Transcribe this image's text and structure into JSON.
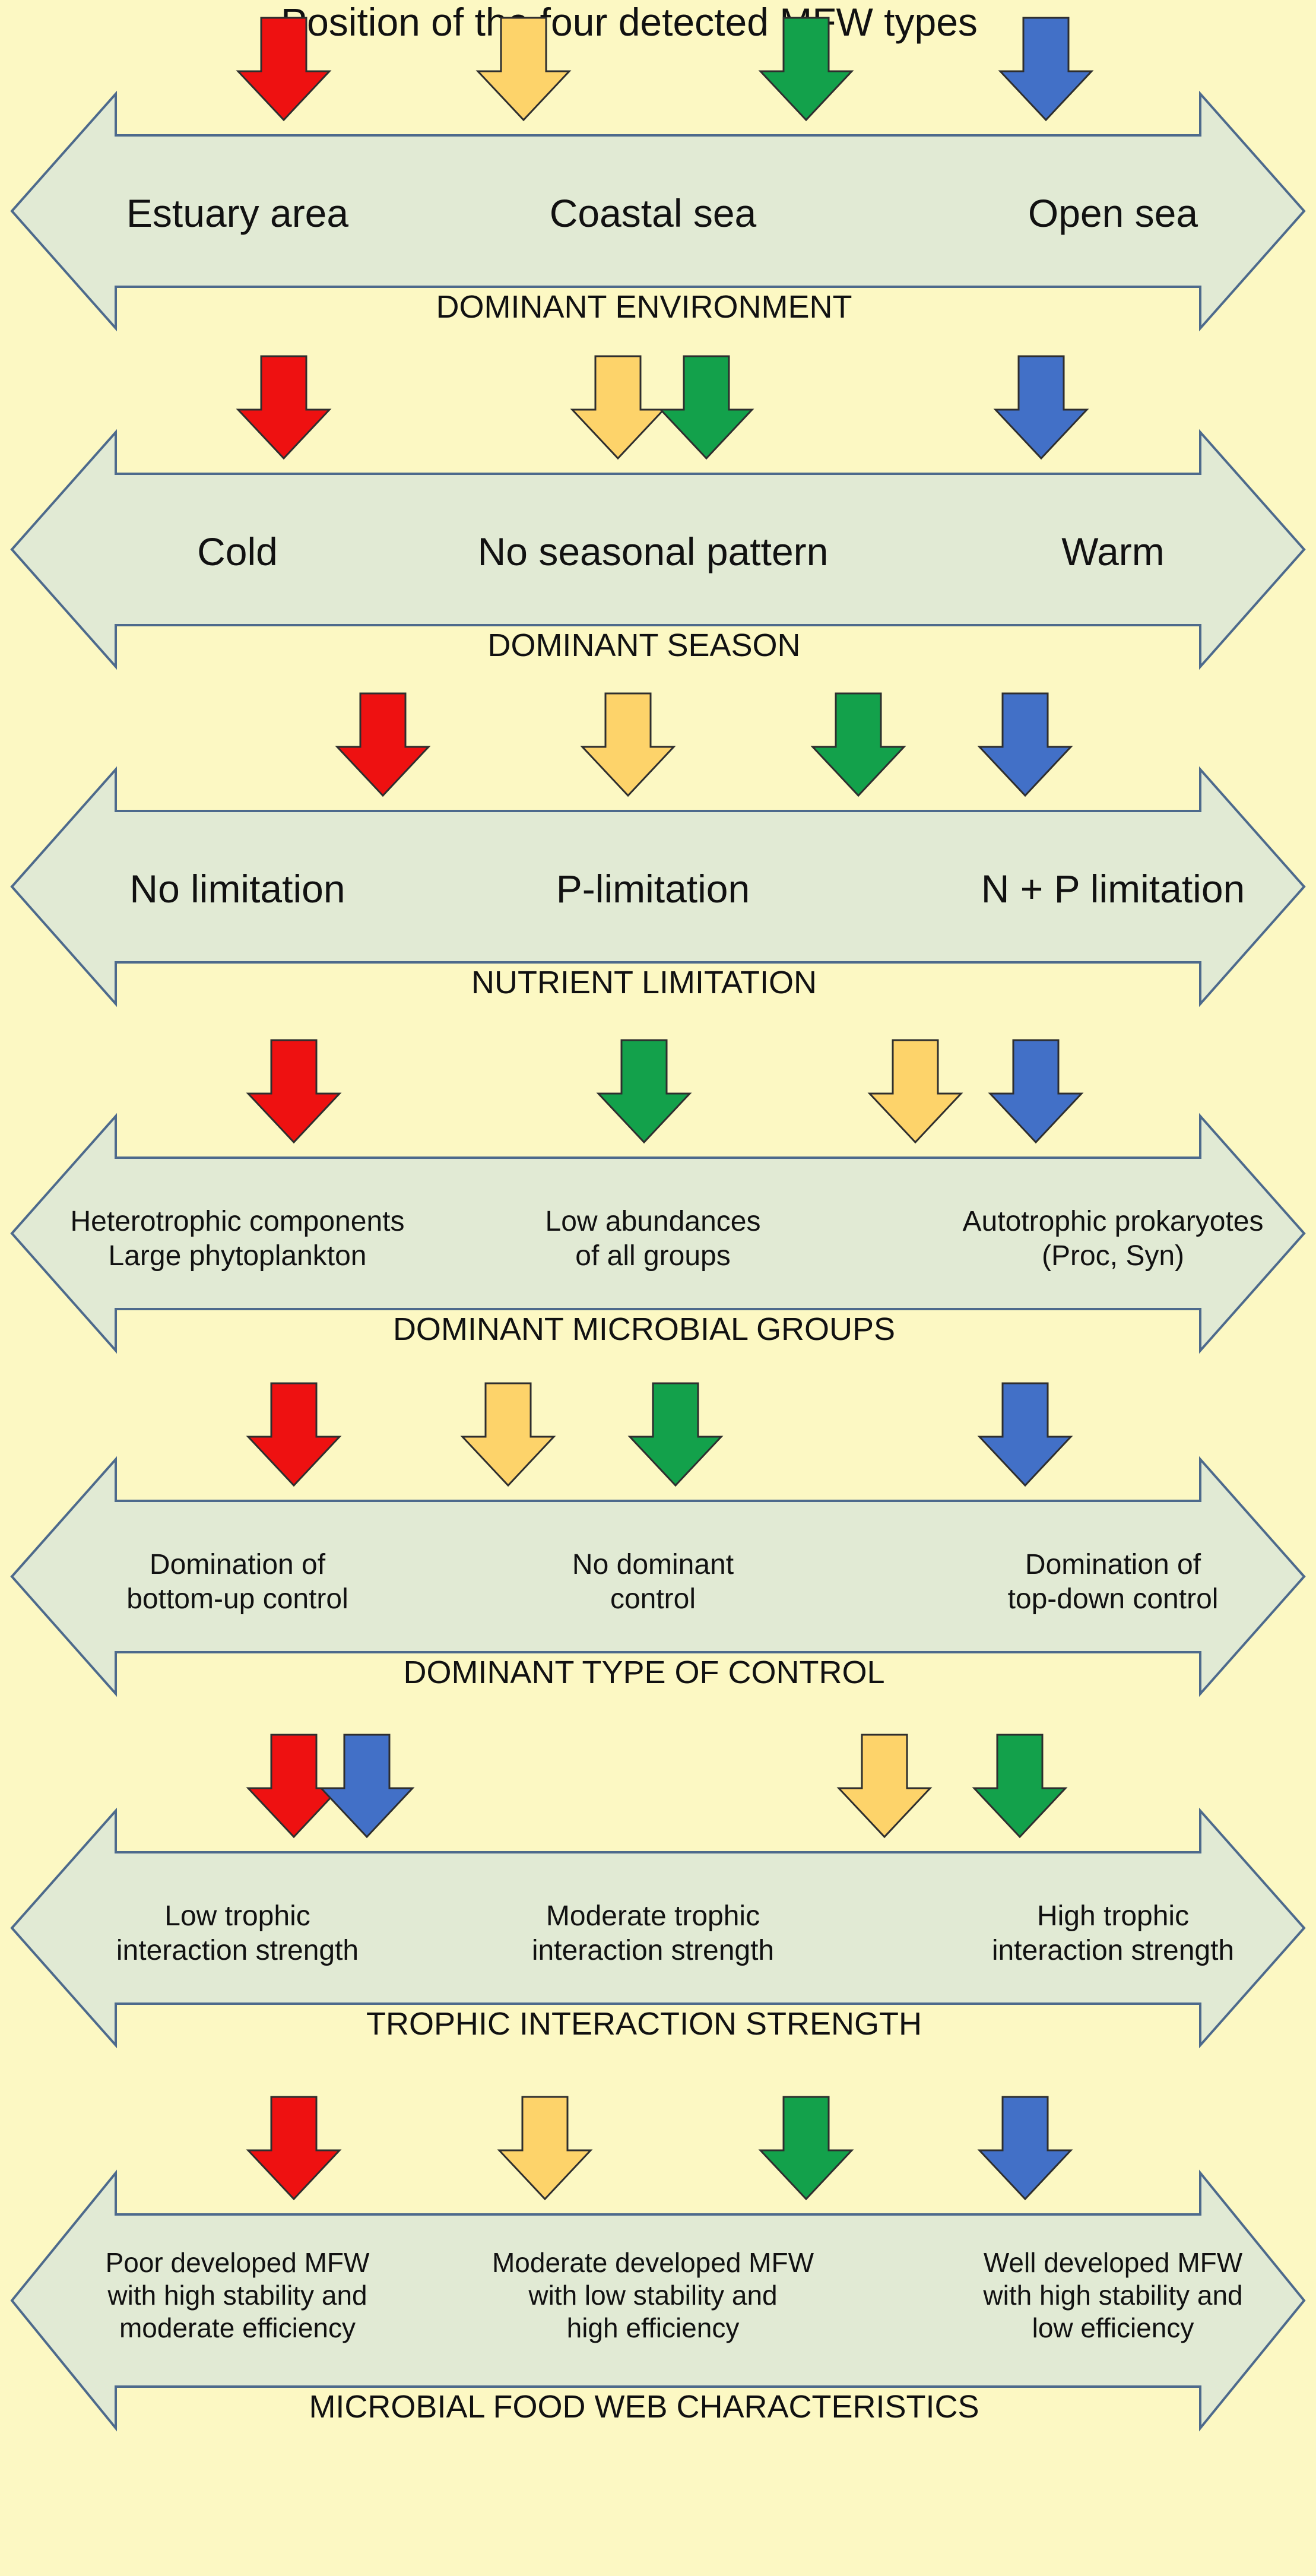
{
  "title": "Position of the four detected MFW types",
  "colors": {
    "background": "#fcf8c3",
    "panel_fill": "#e1ead4",
    "panel_stroke": "#4d6a8c",
    "arrow_stroke": "#2e2e2e",
    "red": "#ee1111",
    "yellow": "#fdd36a",
    "green": "#13a14b",
    "blue": "#4270c7"
  },
  "mfw_types": [
    {
      "key": "red",
      "color": "#ee1111"
    },
    {
      "key": "yellow",
      "color": "#fdd36a"
    },
    {
      "key": "green",
      "color": "#13a14b"
    },
    {
      "key": "blue",
      "color": "#4270c7"
    }
  ],
  "panels": [
    {
      "id": "environment",
      "caption": "DOMINANT ENVIRONMENT",
      "labels": [
        {
          "lines": [
            "Estuary area"
          ]
        },
        {
          "lines": [
            "Coastal sea"
          ]
        },
        {
          "lines": [
            "Open sea"
          ]
        }
      ],
      "markers": [
        {
          "type": "red",
          "position": 0.135
        },
        {
          "type": "yellow",
          "position": 0.365
        },
        {
          "type": "green",
          "position": 0.635
        },
        {
          "type": "blue",
          "position": 0.865
        }
      ]
    },
    {
      "id": "season",
      "caption": "DOMINANT SEASON",
      "labels": [
        {
          "lines": [
            "Cold"
          ]
        },
        {
          "lines": [
            "No seasonal pattern"
          ]
        },
        {
          "lines": [
            "Warm"
          ]
        }
      ],
      "markers": [
        {
          "type": "red",
          "position": 0.135
        },
        {
          "type": "yellow",
          "position": 0.455
        },
        {
          "type": "green",
          "position": 0.54
        },
        {
          "type": "blue",
          "position": 0.86
        }
      ]
    },
    {
      "id": "nutrient",
      "caption": "NUTRIENT LIMITATION",
      "labels": [
        {
          "lines": [
            "No limitation"
          ]
        },
        {
          "lines": [
            "P-limitation"
          ]
        },
        {
          "lines": [
            "N + P limitation"
          ]
        }
      ],
      "markers": [
        {
          "type": "red",
          "position": 0.23
        },
        {
          "type": "yellow",
          "position": 0.465
        },
        {
          "type": "green",
          "position": 0.685
        },
        {
          "type": "blue",
          "position": 0.845
        }
      ]
    },
    {
      "id": "microbial",
      "caption": "DOMINANT MICROBIAL GROUPS",
      "labels": [
        {
          "lines": [
            "Heterotrophic components",
            "Large phytoplankton"
          ]
        },
        {
          "lines": [
            "Low abundances",
            "of all groups"
          ]
        },
        {
          "lines": [
            "Autotrophic prokaryotes",
            "(Proc, Syn)"
          ]
        }
      ],
      "markers": [
        {
          "type": "red",
          "position": 0.145
        },
        {
          "type": "green",
          "position": 0.48
        },
        {
          "type": "yellow",
          "position": 0.74
        },
        {
          "type": "blue",
          "position": 0.855
        }
      ]
    },
    {
      "id": "control",
      "caption": "DOMINANT TYPE OF CONTROL",
      "labels": [
        {
          "lines": [
            "Domination of",
            "bottom-up control"
          ]
        },
        {
          "lines": [
            "No dominant",
            "control"
          ]
        },
        {
          "lines": [
            "Domination of",
            "top-down control"
          ]
        }
      ],
      "markers": [
        {
          "type": "red",
          "position": 0.145
        },
        {
          "type": "yellow",
          "position": 0.35
        },
        {
          "type": "green",
          "position": 0.51
        },
        {
          "type": "blue",
          "position": 0.845
        }
      ]
    },
    {
      "id": "trophic",
      "caption": "TROPHIC INTERACTION STRENGTH",
      "labels": [
        {
          "lines": [
            "Low trophic",
            "interaction strength"
          ]
        },
        {
          "lines": [
            "Moderate trophic",
            "interaction strength"
          ]
        },
        {
          "lines": [
            "High trophic",
            "interaction strength"
          ]
        }
      ],
      "markers": [
        {
          "type": "red",
          "position": 0.145
        },
        {
          "type": "blue",
          "position": 0.215
        },
        {
          "type": "yellow",
          "position": 0.71
        },
        {
          "type": "green",
          "position": 0.84
        }
      ]
    },
    {
      "id": "mfw",
      "caption": "MICROBIAL FOOD WEB CHARACTERISTICS",
      "labels": [
        {
          "lines": [
            "Poor developed MFW",
            "with high stability and",
            "moderate efficiency"
          ]
        },
        {
          "lines": [
            "Moderate developed MFW",
            "with low stability and",
            "high efficiency"
          ]
        },
        {
          "lines": [
            "Well developed MFW",
            "with high stability and",
            "low efficiency"
          ]
        }
      ],
      "markers": [
        {
          "type": "red",
          "position": 0.145
        },
        {
          "type": "yellow",
          "position": 0.385
        },
        {
          "type": "green",
          "position": 0.635
        },
        {
          "type": "blue",
          "position": 0.845
        }
      ]
    }
  ]
}
